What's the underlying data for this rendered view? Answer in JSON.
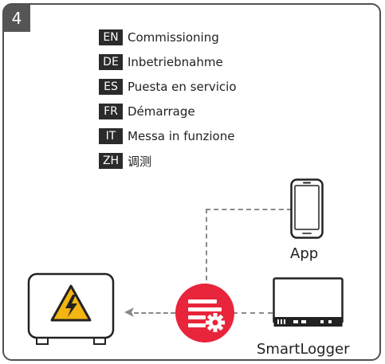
{
  "step": {
    "number": "4"
  },
  "languages": [
    {
      "code": "EN",
      "text": "Commissioning"
    },
    {
      "code": "DE",
      "text": "Inbetriebnahme"
    },
    {
      "code": "ES",
      "text": "Puesta en servicio"
    },
    {
      "code": "FR",
      "text": "Démarrage"
    },
    {
      "code": "IT",
      "text": "Messa in funzione"
    },
    {
      "code": "ZH",
      "text": "调测"
    }
  ],
  "devices": {
    "phone": {
      "label": "App",
      "icon": "smartphone-icon"
    },
    "logger": {
      "label": "SmartLogger",
      "icon": "smartlogger-icon"
    },
    "inverter": {
      "icon": "inverter-icon"
    },
    "hub": {
      "icon": "settings-list-icon"
    },
    "warning": {
      "icon": "high-voltage-warning-icon"
    }
  },
  "colors": {
    "accent_red": "#e8253a",
    "warning_yellow": "#f3b512",
    "badge_bg": "#555555",
    "code_bg": "#2b2b2b"
  }
}
